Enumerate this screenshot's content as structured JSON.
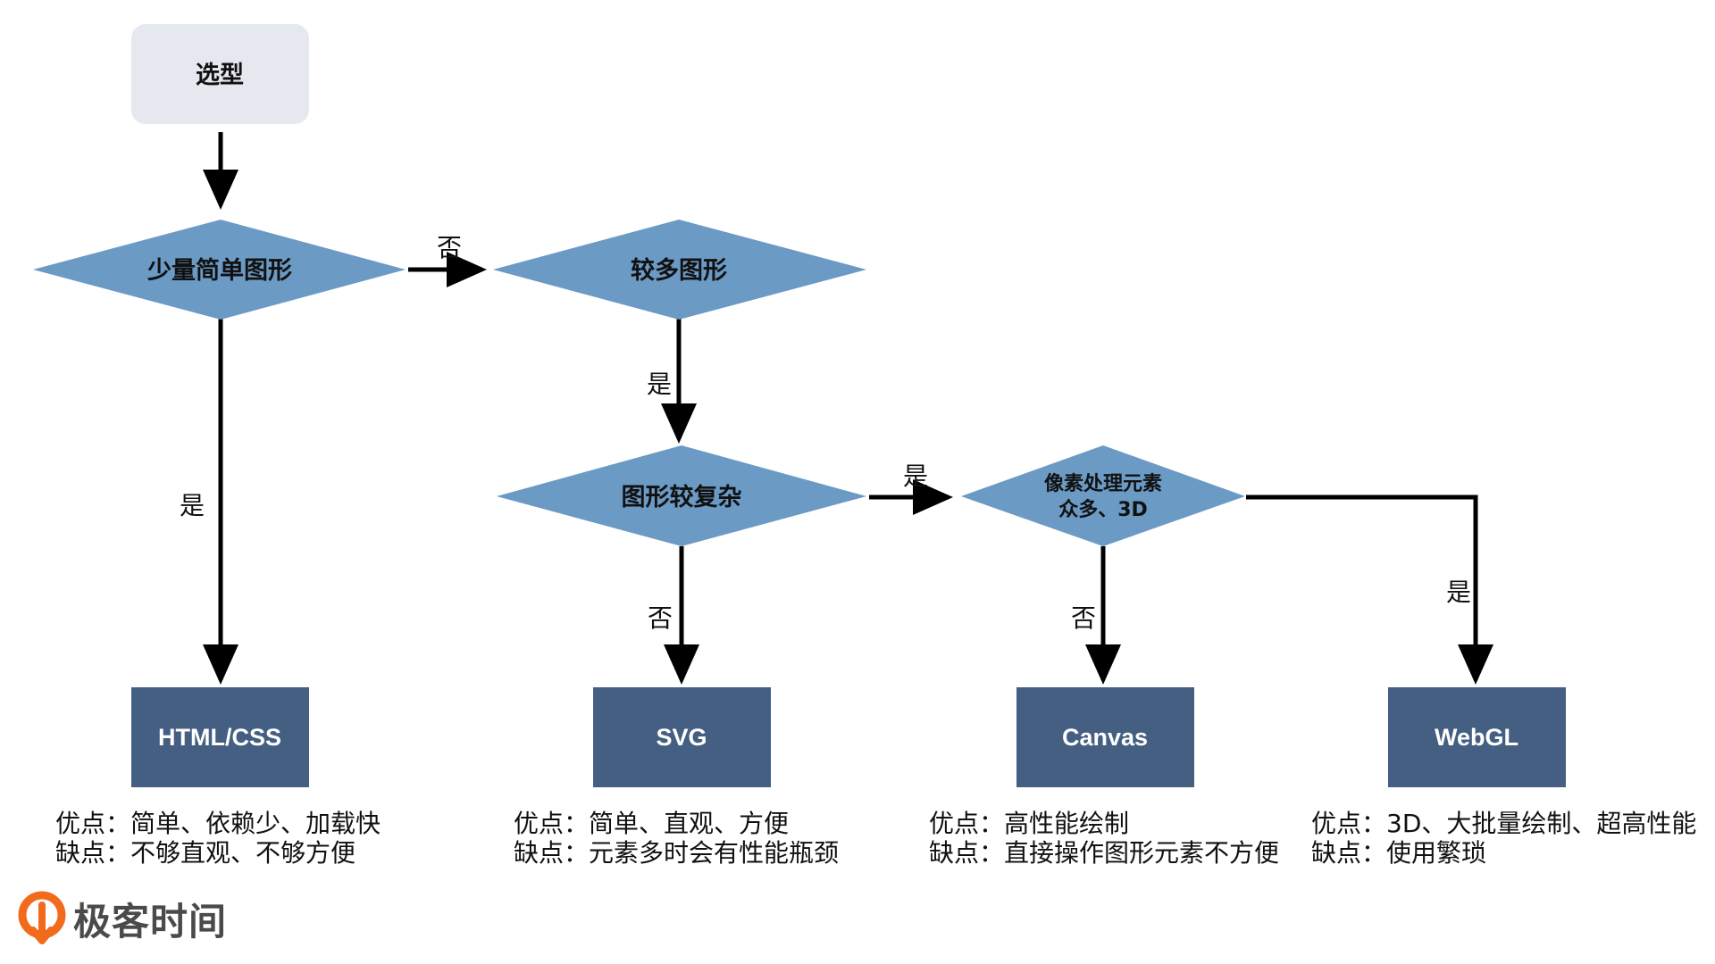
{
  "nodes": {
    "start": "选型",
    "decision_simple": "少量简单图形",
    "decision_many": "较多图形",
    "decision_complex": "图形较复杂",
    "decision_pixel_line1": "像素处理元素",
    "decision_pixel_line2": "众多、3D"
  },
  "results": {
    "html_css": "HTML/CSS",
    "svg": "SVG",
    "canvas": "Canvas",
    "webgl": "WebGL"
  },
  "edge_labels": {
    "simple_no": "否",
    "simple_yes": "是",
    "many_yes": "是",
    "complex_yes": "是",
    "complex_no": "否",
    "pixel_no": "否",
    "pixel_yes": "是"
  },
  "notes": {
    "html_css": {
      "pros": "优点：简单、依赖少、加载快",
      "cons": "缺点：不够直观、不够方便"
    },
    "svg": {
      "pros": "优点：简单、直观、方便",
      "cons": "缺点：元素多时会有性能瓶颈"
    },
    "canvas": {
      "pros": "优点：高性能绘制",
      "cons": "缺点：直接操作图形元素不方便"
    },
    "webgl": {
      "pros": "优点：3D、大批量绘制、超高性能",
      "cons": "缺点：使用繁琐"
    }
  },
  "brand": {
    "name": "极客时间"
  },
  "colors": {
    "start_fill": "#E6E8EF",
    "decision_fill": "#6B9AC4",
    "result_fill": "#445F82",
    "edge": "#000000",
    "brand_orange": "#F26B1D"
  }
}
